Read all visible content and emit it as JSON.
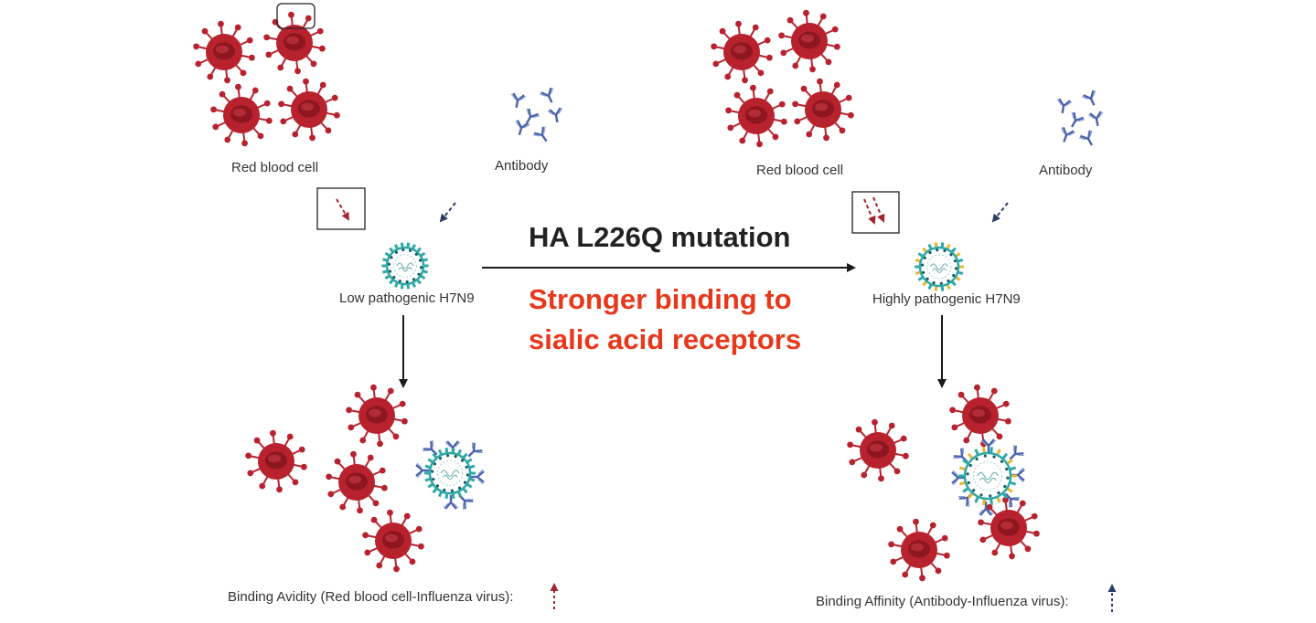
{
  "labels": {
    "rbc_left": "Red blood cell",
    "antibody_left": "Antibody",
    "rbc_right": "Red blood cell",
    "antibody_right": "Antibody",
    "virus_low": "Low pathogenic H7N9",
    "virus_high": "Highly pathogenic H7N9",
    "avidity": "Binding Avidity (Red blood cell-Influenza virus):",
    "affinity": "Binding Affinity (Antibody-Influenza virus):"
  },
  "center": {
    "mutation": "HA L226Q mutation",
    "effect_line1": "Stronger binding to",
    "effect_line2": "sialic acid receptors"
  },
  "colors": {
    "rbc": "#b8222e",
    "rbc_dark": "#8e1620",
    "antibody": "#4a63ad",
    "virus_teal": "#2fa8a8",
    "virus_dark": "#175f66",
    "virus_yellow": "#e8b72e",
    "arrow_red": "#a3262f",
    "arrow_navy": "#2c3e66",
    "accent_red": "#e8381b"
  }
}
